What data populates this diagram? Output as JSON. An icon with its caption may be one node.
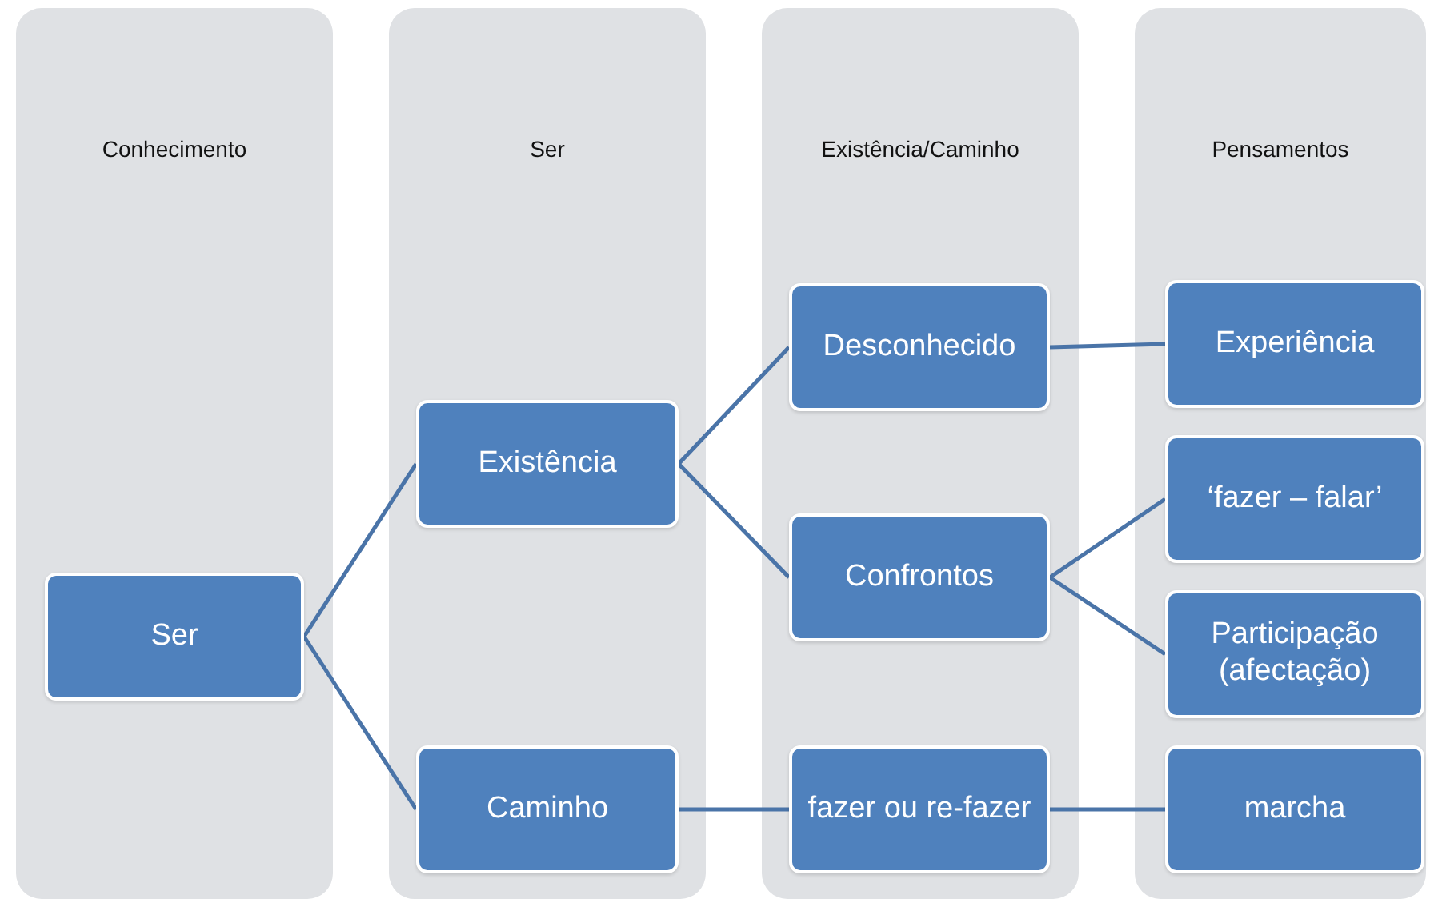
{
  "diagram": {
    "nodes": [
      {
        "text": [
          "Conhecimento"
        ]
      },
      {
        "text": [
          "Ser"
        ]
      },
      {
        "text": [
          "Existência/Caminho"
        ]
      },
      {
        "text": [
          "Pensamentos"
        ]
      },
      {
        "text": [
          "Ser"
        ],
        "in": 0
      },
      {
        "text": [
          "Existência"
        ],
        "in": 1
      },
      {
        "text": [
          "Caminho"
        ],
        "in": 1
      },
      {
        "text": [
          "Desconhecido"
        ],
        "in": 2
      },
      {
        "text": [
          "Confrontos"
        ],
        "in": 2
      },
      {
        "text": [
          "fazer ou re-fazer"
        ],
        "in": 2
      },
      {
        "text": [
          "Experiência"
        ],
        "in": 3
      },
      {
        "text": [
          "‘fazer – falar’"
        ],
        "in": 3
      },
      {
        "text": [
          "Participação (afectação)"
        ],
        "in": 3
      },
      {
        "text": [
          "marcha"
        ],
        "in": 3
      }
    ],
    "edges": [
      {
        "from": 4,
        "to": 5,
        "arrow": "none"
      },
      {
        "from": 4,
        "to": 6,
        "arrow": "none"
      },
      {
        "from": 5,
        "to": 7,
        "arrow": "none"
      },
      {
        "from": 5,
        "to": 8,
        "arrow": "none"
      },
      {
        "from": 7,
        "to": 10,
        "arrow": "none"
      },
      {
        "from": 8,
        "to": 11,
        "arrow": "none"
      },
      {
        "from": 8,
        "to": 12,
        "arrow": "none"
      },
      {
        "from": 6,
        "to": 9,
        "arrow": "none"
      },
      {
        "from": 9,
        "to": 13,
        "arrow": "none"
      }
    ]
  }
}
